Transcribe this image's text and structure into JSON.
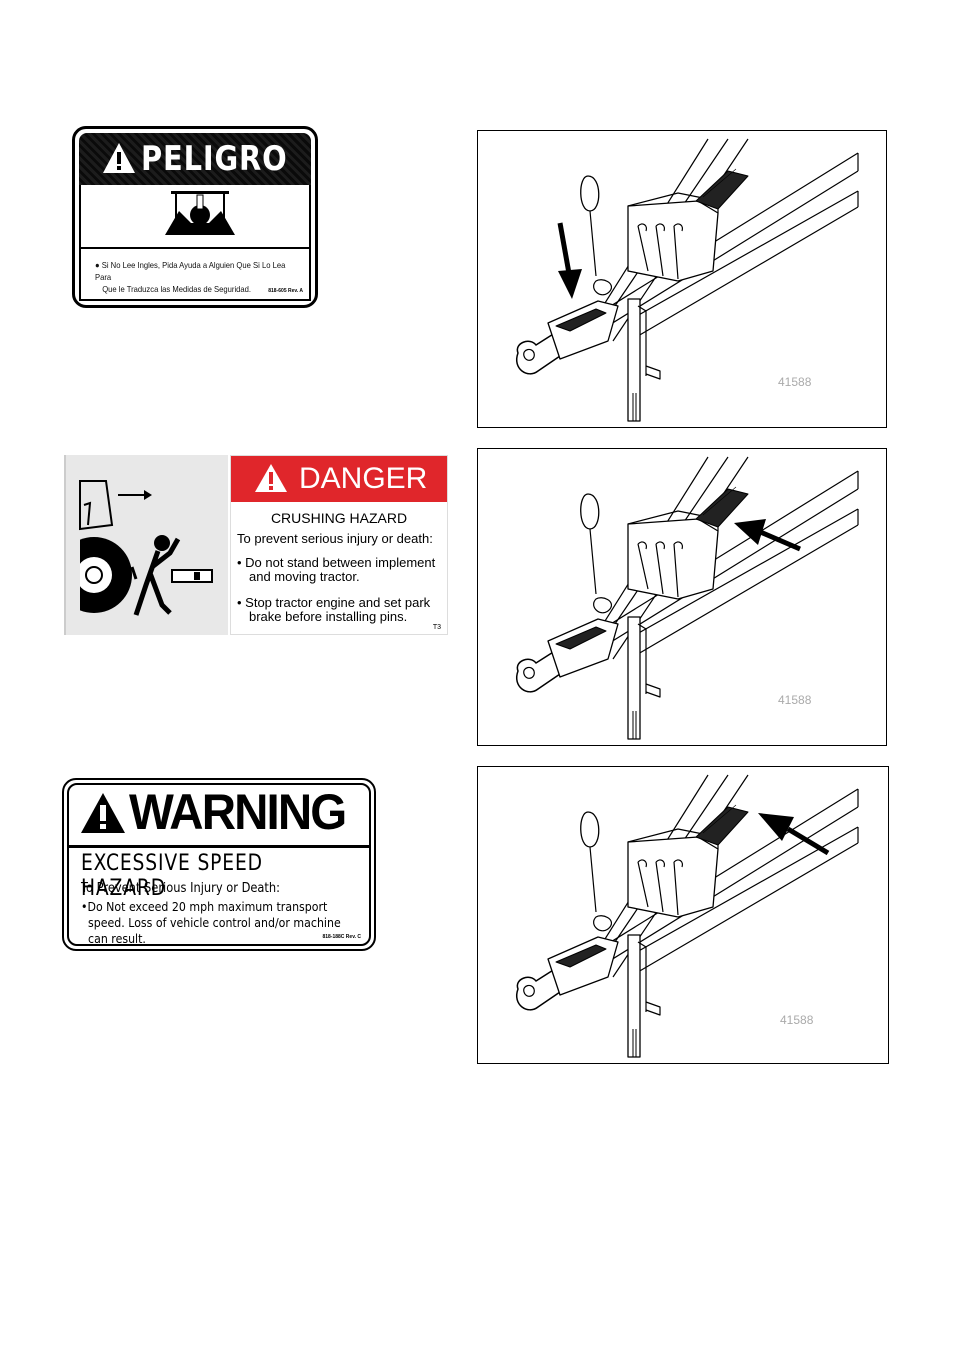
{
  "peligro": {
    "title": "PELIGRO",
    "text_line1": "Si No Lee Ingles, Pida Ayuda a Alguien Que Si Lo Lea Para",
    "text_line2": "Que le Traduzca las Medidas de Seguridad.",
    "code": "818-605 Rev. A"
  },
  "danger": {
    "title": "DANGER",
    "subtitle": "CRUSHING HAZARD",
    "lead": "To prevent serious injury or death:",
    "bullet1_line1": "• Do not stand between implement",
    "bullet1_line2": "and moving tractor.",
    "bullet2_line1": "• Stop tractor engine and set park",
    "bullet2_line2": "brake before installing pins.",
    "code": "T3"
  },
  "warning": {
    "title": "WARNING",
    "subtitle": "EXCESSIVE SPEED HAZARD",
    "lead": "To Prevent Serious Injury or Death:",
    "bullet1_line1": "•Do Not exceed 20 mph maximum transport",
    "bullet1_line2": "speed. Loss of vehicle control and/or machine",
    "bullet1_line3": "can result.",
    "code": "818-188C Rev. C"
  },
  "figures": [
    {
      "number": "41588",
      "arrow": "down-left-front"
    },
    {
      "number": "41588",
      "arrow": "up-right-tongue"
    },
    {
      "number": "41588",
      "arrow": "up-right-tongue-top"
    }
  ]
}
